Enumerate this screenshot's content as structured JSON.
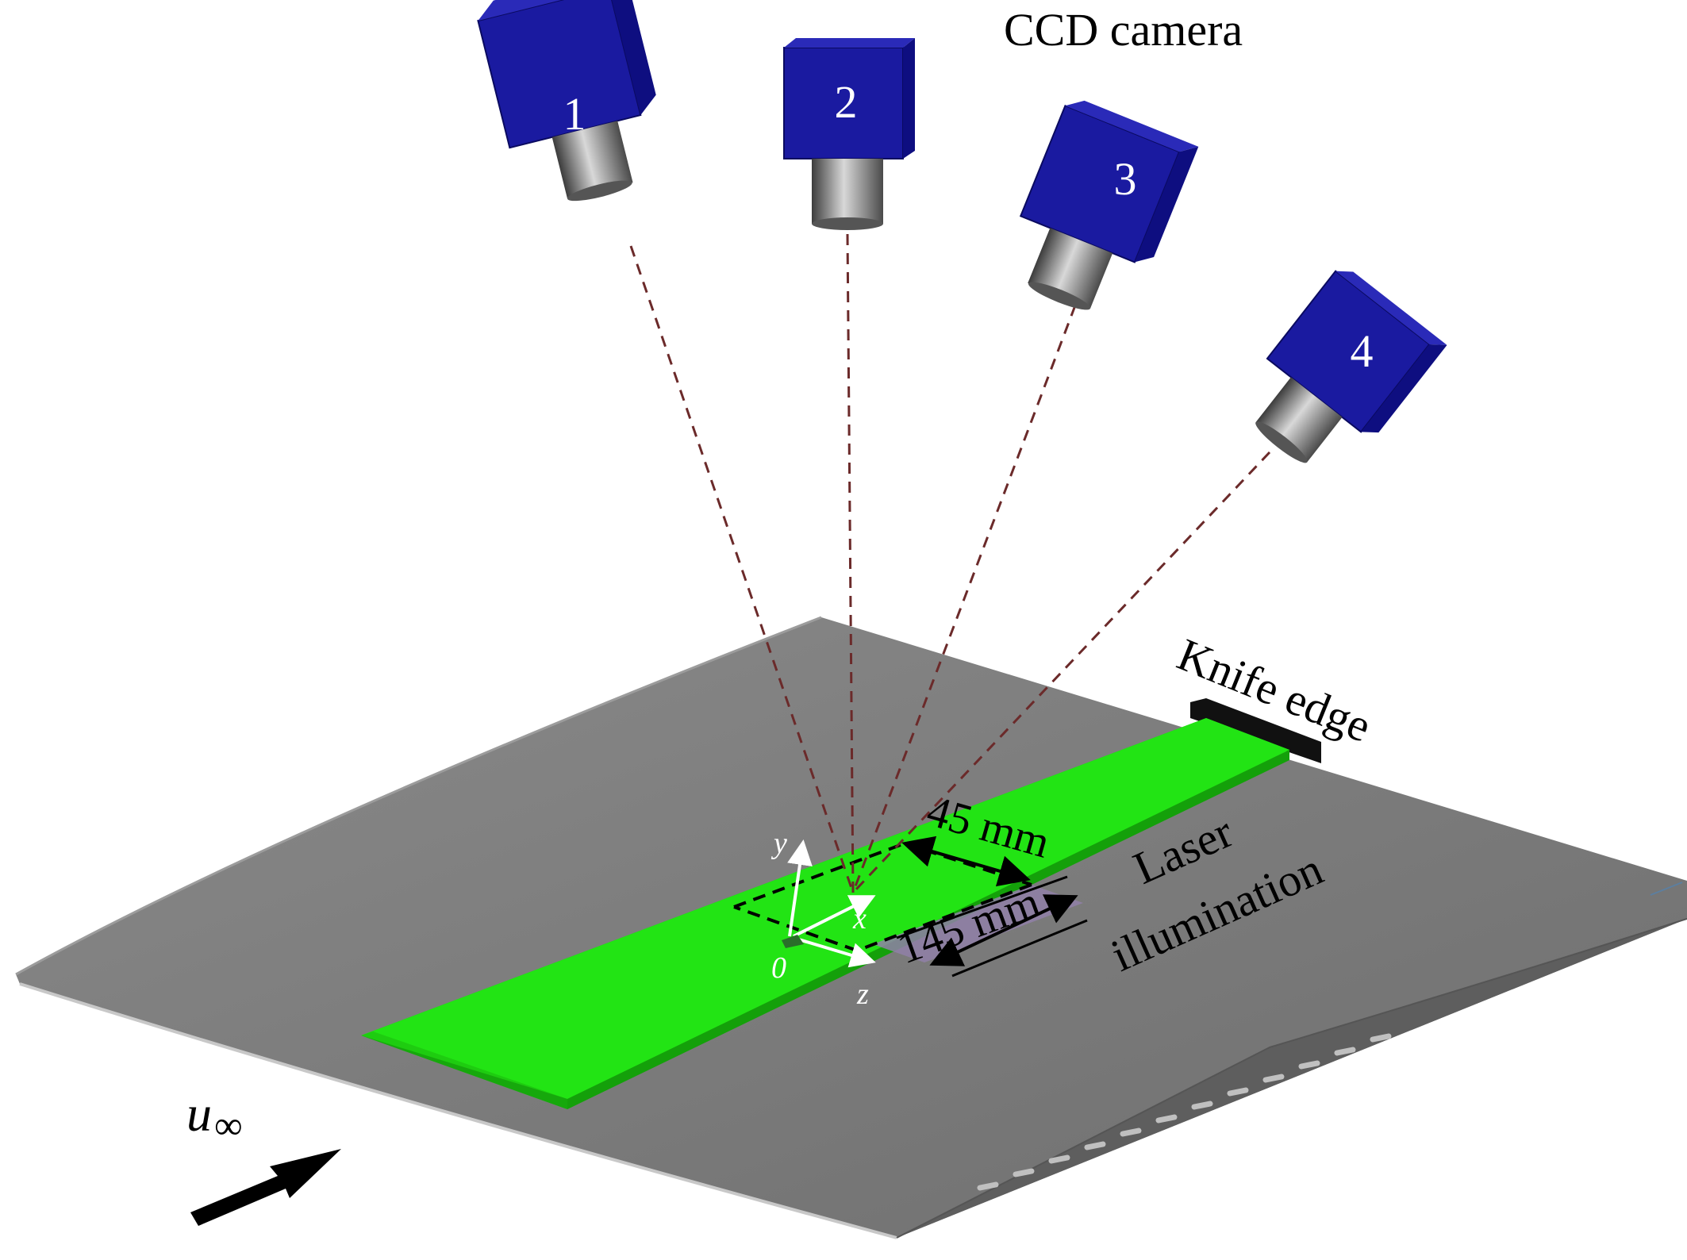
{
  "title": "CCD camera",
  "cameras": [
    {
      "label": "1"
    },
    {
      "label": "2"
    },
    {
      "label": "3"
    },
    {
      "label": "4"
    }
  ],
  "labels": {
    "knife_edge": "Knife edge",
    "laser_line1": "Laser",
    "laser_line2": "illumination",
    "dim_streamwise": "45 mm",
    "dim_spanwise": "145 mm",
    "freestream": "u",
    "freestream_sub": "∞"
  },
  "axes": {
    "x": "x",
    "y": "y",
    "z": "z",
    "origin": "0"
  },
  "colors": {
    "camera_body": "#1a1aa0",
    "laser": "#22dd11",
    "plate": "#7a7a7a",
    "sightline": "#6b2a2a"
  }
}
